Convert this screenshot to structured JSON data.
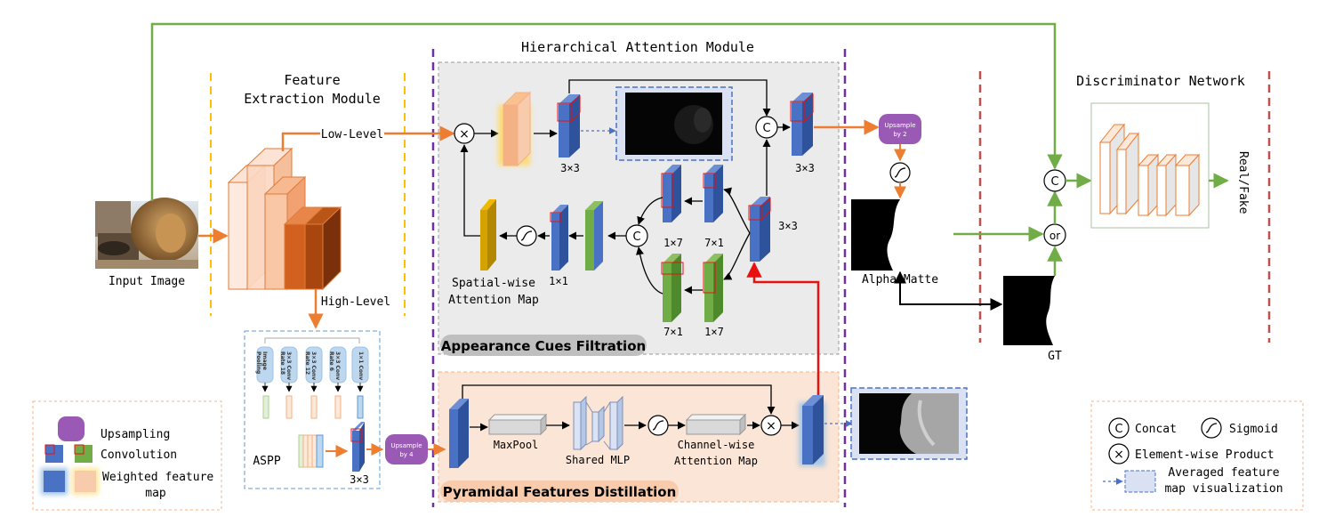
{
  "modules": {
    "feature_extraction": [
      "Feature",
      "Extraction Module"
    ],
    "hierarchical_attention": "Hierarchical Attention Module",
    "discriminator": "Discriminator Network",
    "appearance_cues": "Appearance Cues Filtration",
    "pyramidal_features": "Pyramidal Features Distillation"
  },
  "labels": {
    "input_image": "Input Image",
    "low_level": "Low-Level",
    "high_level": "High-Level",
    "aspp": "ASPP",
    "k3x3": "3×3",
    "k1x7": "1×7",
    "k7x1": "7×1",
    "k1x1": "1×1",
    "spatial_map": [
      "Spatial-wise",
      "Attention Map"
    ],
    "maxpool": "MaxPool",
    "shared_mlp": "Shared MLP",
    "channel_map": [
      "Channel-wise",
      "Attention Map"
    ],
    "alpha_matte": "Alpha Matte",
    "gt": "GT",
    "real_fake": "Real/Fake",
    "upsample2": [
      "Upsample",
      "by 2"
    ],
    "upsample4": [
      "Upsample",
      "by 4"
    ],
    "aspp_branches": [
      [
        "Image",
        "Pooling"
      ],
      [
        "3×3 Conv",
        "Rate 18"
      ],
      [
        "3×3 Conv",
        "Rate 12"
      ],
      [
        "3×3 Conv",
        "Rate 6"
      ],
      [
        "1×1 Conv"
      ]
    ],
    "op_concat": "C",
    "op_or": "or",
    "op_times": "×"
  },
  "legend_left": {
    "upsampling": "Upsampling",
    "convolution": "Convolution",
    "weighted": [
      "Weighted feature",
      "map"
    ]
  },
  "legend_right": {
    "concat": "Concat",
    "sigmoid": "Sigmoid",
    "product": "Element-wise Product",
    "averaged": [
      "Averaged feature",
      "map visualization"
    ]
  },
  "colors": {
    "blue": "#4a72c4",
    "green": "#70ad47",
    "orange_arrow": "#ed7d31",
    "purple": "#9b59b6",
    "red": "#e81010",
    "gold_dash": "#ffc000",
    "purple_dash": "#7030a0",
    "red_dash": "#c0504d"
  }
}
